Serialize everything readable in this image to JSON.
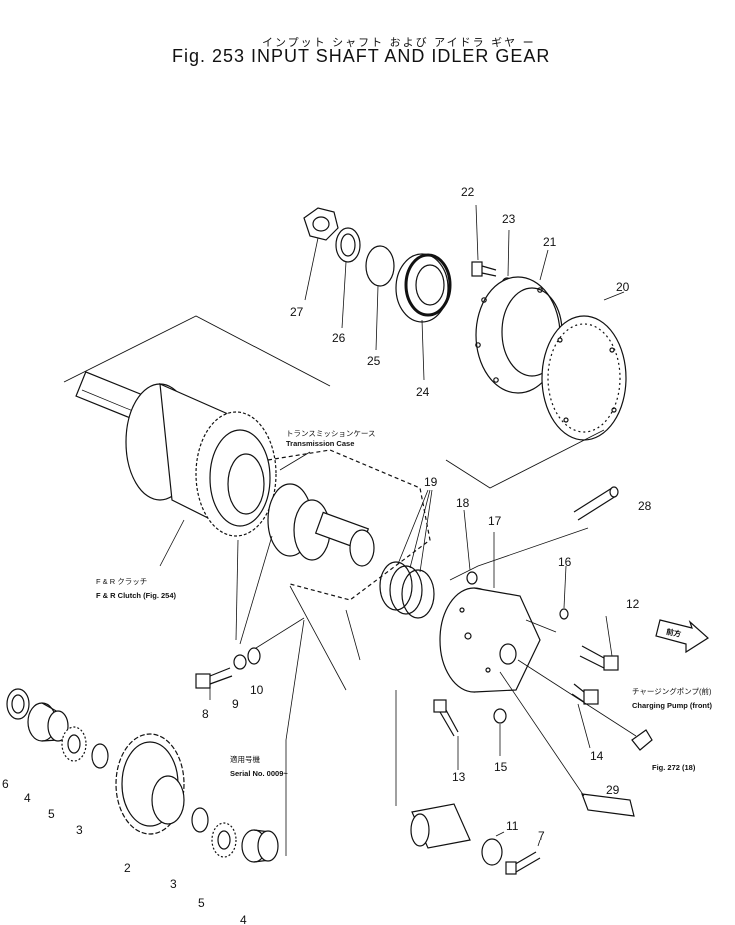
{
  "title": {
    "japanese": "インプット シャフト および アイドラ ギヤ ー",
    "english": "Fig. 253  INPUT SHAFT AND IDLER GEAR"
  },
  "annotations": {
    "transmission_case_jp": "トランスミッションケース",
    "transmission_case_en": "Transmission Case",
    "fr_clutch_jp": "F & R クラッチ",
    "fr_clutch_en": "F & R Clutch (Fig. 254)",
    "serial_jp": "適用号機",
    "serial_en": "Serial No. 0009~",
    "charging_pump_jp": "チャージングポンプ(前)",
    "charging_pump_en": "Charging Pump (front)",
    "charging_pump_ref": "Fig. 272 (18)",
    "front_arrow": "前方"
  },
  "part_numbers": {
    "p2": "2",
    "p3a": "3",
    "p3b": "3",
    "p4a": "4",
    "p4b": "4",
    "p5a": "5",
    "p5b": "5",
    "p6": "6",
    "p7": "7",
    "p8": "8",
    "p9": "9",
    "p10": "10",
    "p11": "11",
    "p12": "12",
    "p13": "13",
    "p14": "14",
    "p15": "15",
    "p16": "16",
    "p17": "17",
    "p18": "18",
    "p19": "19",
    "p20": "20",
    "p21": "21",
    "p22": "22",
    "p23": "23",
    "p24": "24",
    "p25": "25",
    "p26": "26",
    "p27": "27",
    "p28": "28",
    "p29": "29"
  }
}
